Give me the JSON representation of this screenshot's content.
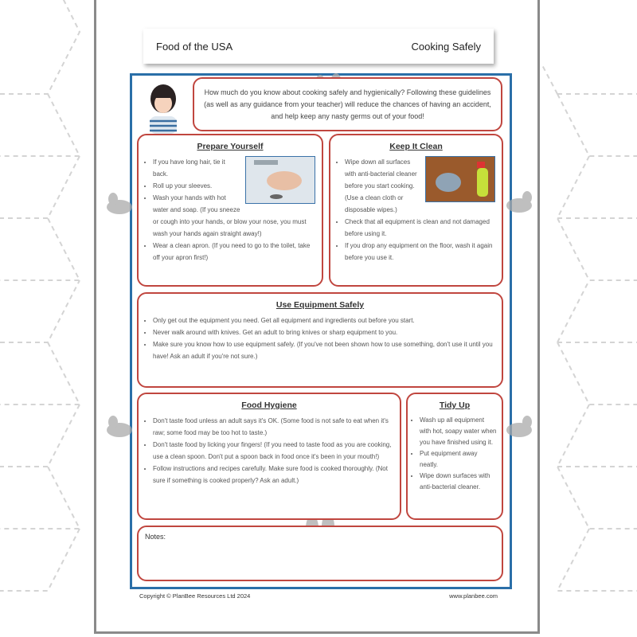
{
  "header": {
    "subject": "Food of the USA",
    "title": "Cooking Safely"
  },
  "intro": "How much do you know about cooking safely and hygienically? Following these guidelines (as well as any guidance from your teacher) will reduce the chances of having an accident, and help keep any nasty germs out of your food!",
  "sections": {
    "prepare": {
      "title": "Prepare Yourself",
      "items": [
        "If you have long hair, tie it back.",
        "Roll up your sleeves.",
        "Wash your hands with hot water and soap. (If you sneeze or cough into your hands, or blow your nose, you must wash your hands again straight away!)",
        "Wear a clean apron. (If you need to go to the toilet, take off your apron first!)"
      ]
    },
    "clean": {
      "title": "Keep It Clean",
      "items": [
        "Wipe down all surfaces with anti-bacterial cleaner before you start cooking. (Use a clean cloth or disposable wipes.)",
        "Check that all equipment is clean and not damaged before using it.",
        "If you drop any equipment on the floor, wash it again before you use it."
      ]
    },
    "equipment": {
      "title": "Use Equipment Safely",
      "items": [
        "Only get out the equipment you need. Get all equipment and ingredients out before you start.",
        "Never walk around with knives. Get an adult to bring knives or sharp equipment to you.",
        "Make sure you know how to use equipment safely. (If you've not been shown how to use something, don't use it until you have! Ask an adult if you're not sure.)"
      ]
    },
    "hygiene": {
      "title": "Food Hygiene",
      "items": [
        "Don't taste food unless an adult says it's OK. (Some food is not safe to eat when it's raw; some food may be too hot to taste.)",
        "Don't taste food by licking your fingers! (If you need to taste food as you are cooking, use a clean spoon. Don't put a spoon back in food once it's been in your mouth!)",
        "Follow instructions and recipes carefully. Make sure food is cooked thoroughly. (Not sure if something is cooked properly? Ask an adult.)"
      ]
    },
    "tidy": {
      "title": "Tidy Up",
      "items": [
        "Wash up all equipment with hot, soapy water when you have finished using it.",
        "Put equipment away neatly.",
        "Wipe down surfaces with anti-bacterial cleaner."
      ]
    }
  },
  "notes_label": "Notes:",
  "footer": {
    "copyright": "Copyright © PlanBee Resources Ltd 2024",
    "website": "www.planbee.com"
  },
  "colors": {
    "box_border": "#c0463f",
    "frame": "#2a6fa8"
  }
}
